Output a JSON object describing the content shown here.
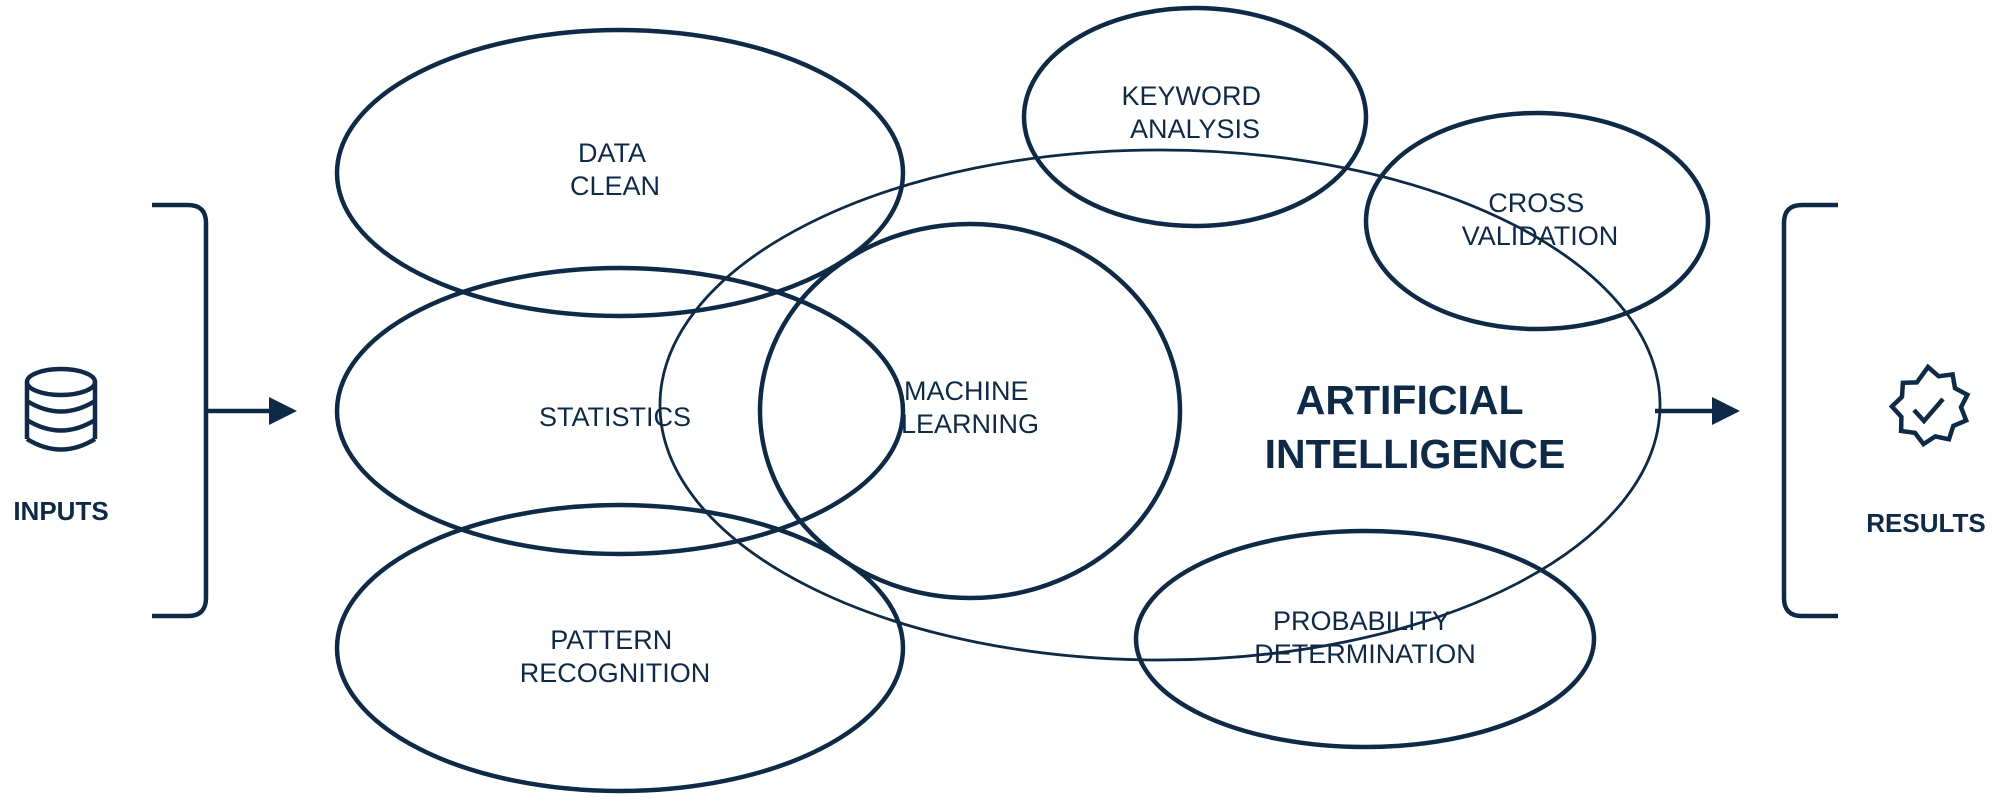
{
  "inputs": {
    "label": "INPUTS",
    "icon": "database-icon"
  },
  "results": {
    "label": "RESULTS",
    "icon": "verified-badge-icon"
  },
  "center": {
    "line1": "ARTIFICIAL",
    "line2": "INTELLIGENCE"
  },
  "nodes": {
    "data_clean": {
      "line1": "DATA",
      "line2": "CLEAN"
    },
    "statistics": {
      "line1": "STATISTICS"
    },
    "pattern_recognition": {
      "line1": "PATTERN",
      "line2": "RECOGNITION"
    },
    "machine_learning": {
      "line1": "MACHINE",
      "line2": "LEARNING"
    },
    "keyword_analysis": {
      "line1": "KEYWORD",
      "line2": "ANALYSIS"
    },
    "cross_validation": {
      "line1": "CROSS",
      "line2": "VALIDATION"
    },
    "probability_determination": {
      "line1": "PROBABILITY",
      "line2": "DETERMINATION"
    }
  },
  "colors": {
    "primary": "#0f2a47",
    "background": "#ffffff"
  }
}
